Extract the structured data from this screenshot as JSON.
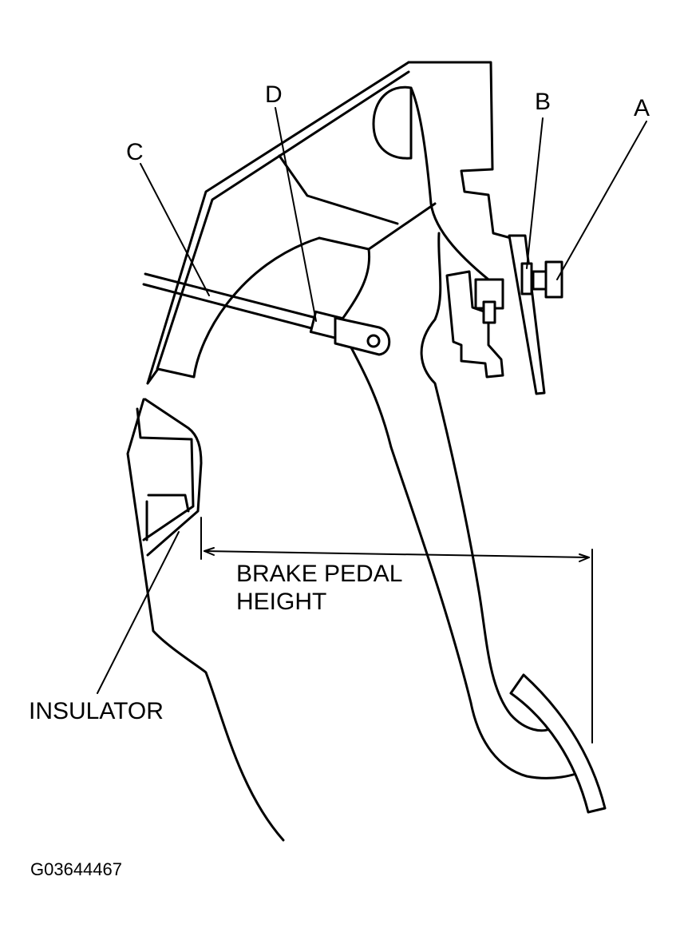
{
  "labels": {
    "a": "A",
    "b": "B",
    "c": "C",
    "d": "D",
    "brake_pedal_height_line1": "BRAKE PEDAL",
    "brake_pedal_height_line2": "HEIGHT",
    "insulator": "INSULATOR"
  },
  "figure_id": "G03644467"
}
